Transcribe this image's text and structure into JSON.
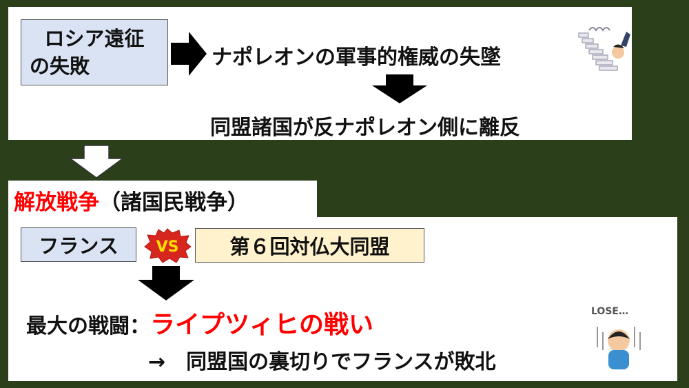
{
  "top": {
    "cause": [
      "ロシア遠征",
      "の失敗"
    ],
    "effect1": "ナポレオンの軍事的権威の失墜",
    "effect2": "同盟諸国が反ナポレオン側に離反"
  },
  "war": {
    "title_red": "解放戦争",
    "title_rest": "（諸国民戦争）"
  },
  "bottom": {
    "side_a": "フランス",
    "vs": "VS",
    "side_b": "第６回対仏大同盟",
    "battle_label": "最大の戦闘：",
    "battle_name": "ライプツィヒの戦い",
    "result": "→　同盟国の裏切りでフランスが敗北",
    "lose_label": "LOSE…"
  },
  "colors": {
    "bg": "#2b3f1b",
    "red": "#ff0000",
    "blue_box": "#dae3f3",
    "yellow_box": "#fff2cc"
  }
}
